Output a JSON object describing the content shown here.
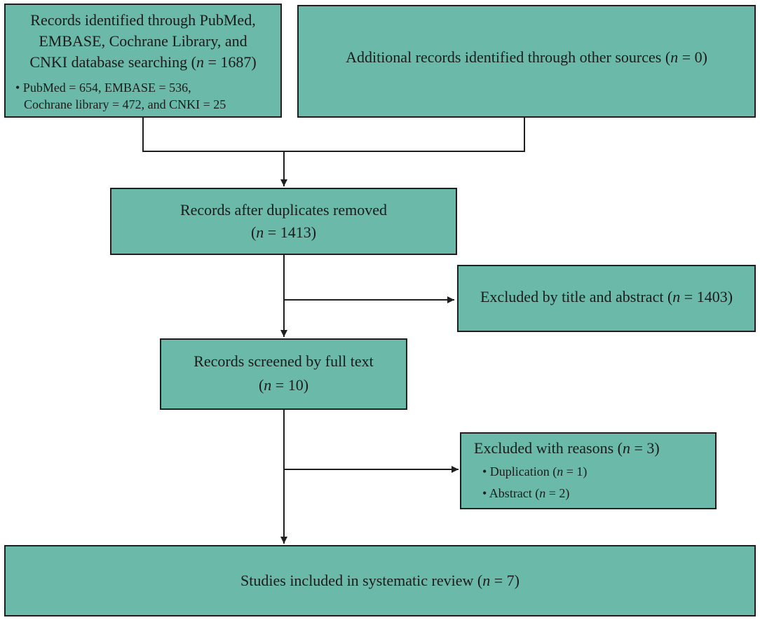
{
  "boxes": {
    "identified": {
      "line1": "Records identified through PubMed,",
      "line2": "EMBASE, Cochrane Library, and",
      "line3_prefix": "CNKI database searching (",
      "n_symbol": "n",
      "line3_suffix": " = 1687)",
      "bullet_line1": "• PubMed = 654, EMBASE = 536,",
      "bullet_line2": "Cochrane library = 472, and CNKI = 25"
    },
    "additional": {
      "prefix": "Additional records identified through other sources (",
      "n_symbol": "n",
      "suffix": " = 0)"
    },
    "deduplicated": {
      "line1": "Records after duplicates removed",
      "open": "(",
      "n_symbol": "n",
      "suffix": " = 1413)"
    },
    "excluded_title": {
      "prefix": "Excluded by title and abstract (",
      "n_symbol": "n",
      "suffix": " = 1403)"
    },
    "screened": {
      "line1": "Records screened by full text",
      "open": "(",
      "n_symbol": "n",
      "suffix": " = 10)"
    },
    "excluded_reasons": {
      "prefix": "Excluded with reasons (",
      "n_symbol": "n",
      "suffix": " = 3)",
      "item1_prefix": "• Duplication (",
      "item1_n": "n",
      "item1_suffix": " = 1)",
      "item2_prefix": "• Abstract (",
      "item2_n": "n",
      "item2_suffix": " = 2)"
    },
    "included": {
      "prefix": "Studies included in systematic review (",
      "n_symbol": "n",
      "suffix": " = 7)"
    }
  },
  "colors": {
    "box_fill": "#6bb9a8",
    "line": "#1f1f1f"
  }
}
